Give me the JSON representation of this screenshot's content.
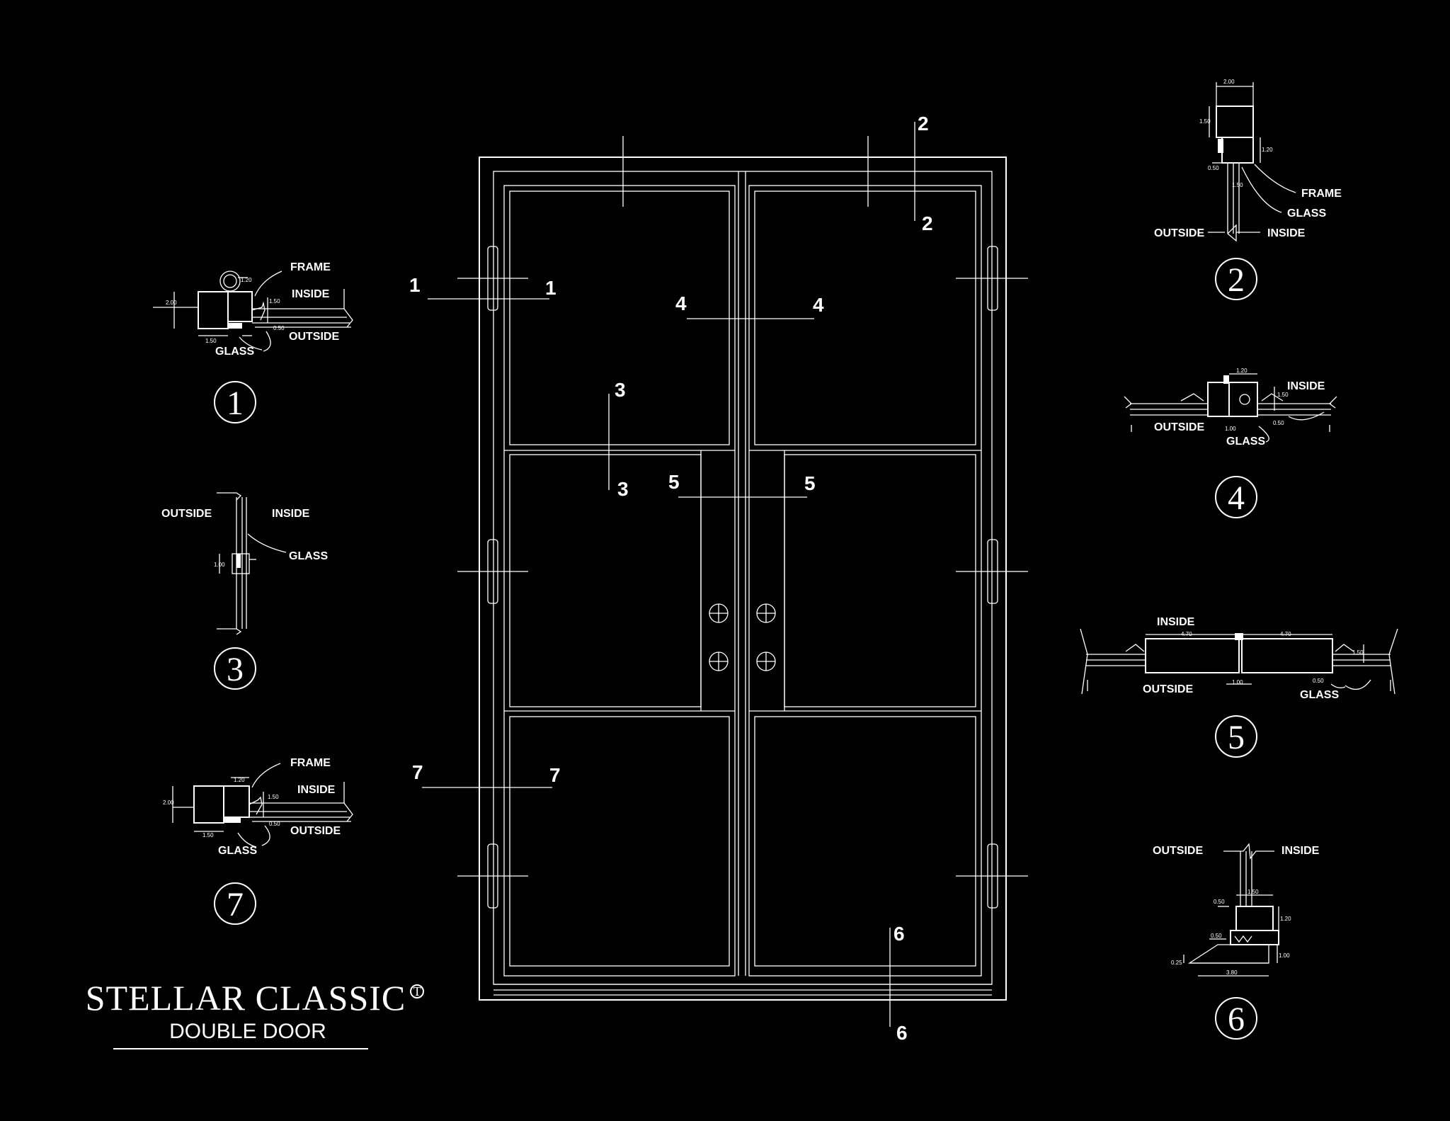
{
  "title": {
    "brand": "STELLAR CLASSIC",
    "trademark": "T",
    "subtitle": "DOUBLE DOOR"
  },
  "elevation_markers": {
    "m1": "1",
    "m2": "2",
    "m3": "3",
    "m4": "4",
    "m5": "5",
    "m6": "6",
    "m7": "7"
  },
  "details": {
    "d1": {
      "number": "1",
      "frame": "FRAME",
      "inside": "INSIDE",
      "outside": "OUTSIDE",
      "glass": "GLASS",
      "dim_a": "1.20",
      "dim_b": "1.50",
      "dim_c": "0.50",
      "dim_d": "1.50",
      "dim_e": "2.00"
    },
    "d2": {
      "number": "2",
      "frame": "FRAME",
      "glass": "GLASS",
      "outside": "OUTSIDE",
      "inside": "INSIDE",
      "dim_a": "2.00",
      "dim_b": "1.50",
      "dim_c": "1.20",
      "dim_d": "0.50",
      "dim_e": "1.50"
    },
    "d3": {
      "number": "3",
      "outside": "OUTSIDE",
      "inside": "INSIDE",
      "glass": "GLASS",
      "dim_a": "1.00"
    },
    "d4": {
      "number": "4",
      "inside": "INSIDE",
      "outside": "OUTSIDE",
      "glass": "GLASS",
      "dim_a": "1.20",
      "dim_b": "1.50",
      "dim_c": "1.00",
      "dim_d": "0.50"
    },
    "d5": {
      "number": "5",
      "inside": "INSIDE",
      "outside": "OUTSIDE",
      "glass": "GLASS",
      "dim_a": "4.70",
      "dim_b": "4.70",
      "dim_c": "1.50",
      "dim_d": "1.00",
      "dim_e": "0.50"
    },
    "d6": {
      "number": "6",
      "outside": "OUTSIDE",
      "inside": "INSIDE",
      "dim_a": "1.50",
      "dim_b": "0.50",
      "dim_c": "1.20",
      "dim_d": "0.50",
      "dim_e": "1.00",
      "dim_f": "0.25",
      "dim_g": "3.80"
    },
    "d7": {
      "number": "7",
      "frame": "FRAME",
      "inside": "INSIDE",
      "outside": "OUTSIDE",
      "glass": "GLASS",
      "dim_a": "1.20",
      "dim_b": "1.50",
      "dim_c": "0.50",
      "dim_d": "1.50",
      "dim_e": "2.00"
    }
  }
}
